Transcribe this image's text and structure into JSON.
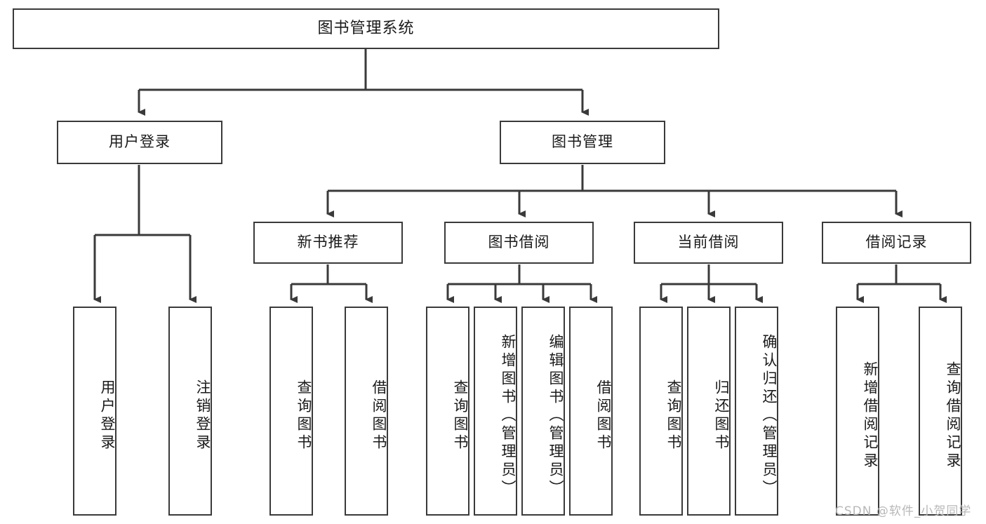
{
  "diagram": {
    "title": "图书管理系统",
    "type": "tree-hierarchy-chart",
    "line_color": "#3a3a3a",
    "box_fill": "#ffffff",
    "text_color": "#1a1a1a",
    "watermark": "CSDN @软件_小贺同学"
  },
  "nodes": {
    "root": {
      "label": "图书管理系统"
    },
    "level2": [
      {
        "label": "用户登录"
      },
      {
        "label": "图书管理"
      }
    ],
    "level3": [
      {
        "label": "新书推荐"
      },
      {
        "label": "图书借阅"
      },
      {
        "label": "当前借阅"
      },
      {
        "label": "借阅记录"
      }
    ],
    "leaves": {
      "user_login": [
        {
          "label": "用户登录"
        },
        {
          "label": "注销登录"
        }
      ],
      "new_book": [
        {
          "label": "查询图书"
        },
        {
          "label": "借阅图书"
        }
      ],
      "book_borrow": [
        {
          "label": "查询图书"
        },
        {
          "label": "新增图书（管理员）"
        },
        {
          "label": "编辑图书（管理员）"
        },
        {
          "label": "借阅图书"
        }
      ],
      "current_borrow": [
        {
          "label": "查询图书"
        },
        {
          "label": "归还图书"
        },
        {
          "label": "确认归还（管理员）"
        }
      ],
      "borrow_record": [
        {
          "label": "新增借阅记录"
        },
        {
          "label": "查询借阅记录"
        }
      ]
    }
  }
}
